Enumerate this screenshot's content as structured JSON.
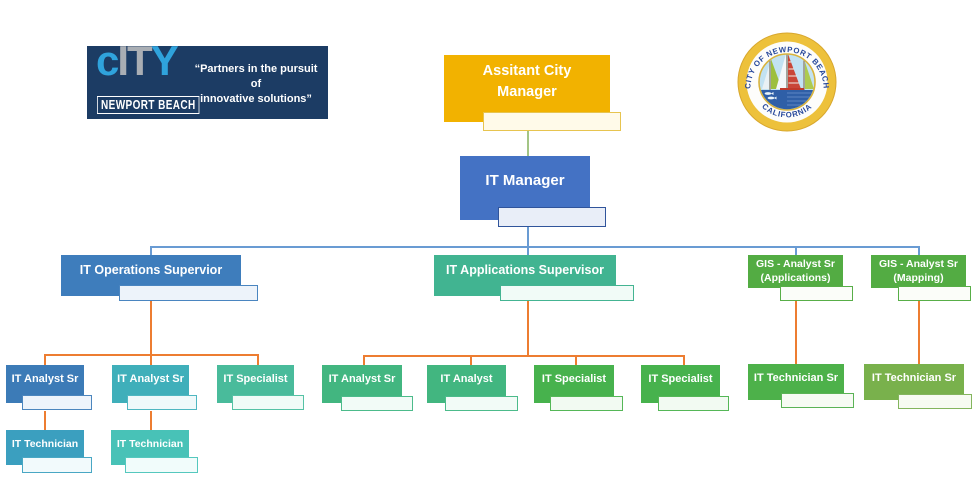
{
  "logo": {
    "c": "c",
    "it": "IT",
    "y": "Y",
    "banner": "NEWPORT BEACH",
    "tagline1": "“Partners in the pursuit of",
    "tagline2": "innovative solutions”",
    "bg_color": "#1C3C64",
    "accent_blue": "#2FA3DC",
    "accent_gray": "#A9AEB4"
  },
  "seal": {
    "top_text": "CITY OF NEWPORT BEACH",
    "bottom_text": "CALIFORNIA",
    "ring_color": "#EDC13B",
    "text_color": "#27489B"
  },
  "chart": {
    "line_colors": {
      "top_link": "#A3C585",
      "trunk": "#699BD3",
      "branch": "#ED7D31"
    },
    "nodes": {
      "acm": {
        "label": "Assitant City Manager",
        "color": "#F2B200"
      },
      "itm": {
        "label": "IT Manager",
        "color": "#4472C4"
      },
      "ops": {
        "label": "IT Operations Supervior",
        "color": "#3E7DBC"
      },
      "apps": {
        "label": "IT Applications Supervisor",
        "color": "#41B491"
      },
      "gis1": {
        "line1": "GIS - Analyst Sr",
        "line2": "(Applications)",
        "color": "#53AC43"
      },
      "gis2": {
        "line1": "GIS - Analyst Sr",
        "line2": "(Mapping)",
        "color": "#53AC43"
      },
      "o1": {
        "label": "IT Analyst Sr",
        "color": "#3C7BB7"
      },
      "o2": {
        "label": "IT Analyst Sr",
        "color": "#3FAFBA"
      },
      "o3": {
        "label": "IT Specialist",
        "color": "#49BB9B"
      },
      "a1": {
        "label": "IT Analyst Sr",
        "color": "#42B680"
      },
      "a2": {
        "label": "IT Analyst",
        "color": "#42B680"
      },
      "a3": {
        "label": "IT Specialist",
        "color": "#47B24D"
      },
      "a4": {
        "label": "IT Specialist",
        "color": "#47B24D"
      },
      "t1": {
        "label": "IT Technician Sr",
        "color": "#4DB14A"
      },
      "t2": {
        "label": "IT Technician Sr",
        "color": "#79B14C"
      },
      "tech1": {
        "label": "IT Technician",
        "color": "#3B9FBF"
      },
      "tech2": {
        "label": "IT Technician",
        "color": "#48C2B7"
      }
    }
  }
}
